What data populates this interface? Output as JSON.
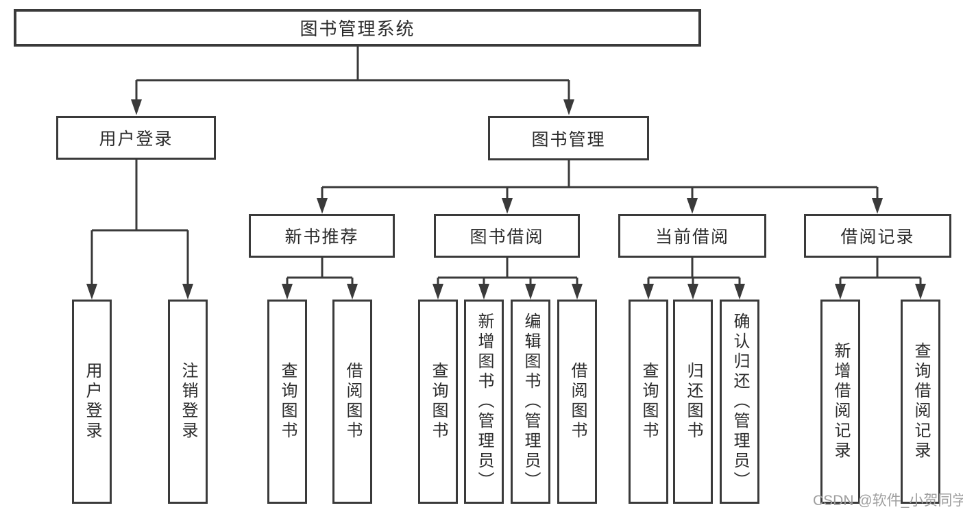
{
  "diagram": {
    "tree": {
      "root": {
        "label": "图书管理系统",
        "children": [
          {
            "label": "用户登录",
            "children": [
              {
                "label": "用户登录"
              },
              {
                "label": "注销登录"
              }
            ]
          },
          {
            "label": "图书管理",
            "children": [
              {
                "label": "新书推荐",
                "children": [
                  {
                    "label": "查询图书"
                  },
                  {
                    "label": "借阅图书"
                  }
                ]
              },
              {
                "label": "图书借阅",
                "children": [
                  {
                    "label": "查询图书"
                  },
                  {
                    "label": "新增图书（管理员）"
                  },
                  {
                    "label": "编辑图书（管理员）"
                  },
                  {
                    "label": "借阅图书"
                  }
                ]
              },
              {
                "label": "当前借阅",
                "children": [
                  {
                    "label": "查询图书"
                  },
                  {
                    "label": "归还图书"
                  },
                  {
                    "label": "确认归还（管理员）"
                  }
                ]
              },
              {
                "label": "借阅记录",
                "children": [
                  {
                    "label": "新增借阅记录"
                  },
                  {
                    "label": "查询借阅记录"
                  }
                ]
              }
            ]
          }
        ]
      }
    },
    "colors": {
      "line": "#3a3a3a",
      "box_border": "#3a3a3a",
      "box_fill": "#ffffff",
      "text": "#2b2b2b",
      "watermark": "#9e9e9e",
      "background": "#ffffff"
    }
  },
  "watermark": {
    "text": "CSDN @软件_小贺同学"
  }
}
